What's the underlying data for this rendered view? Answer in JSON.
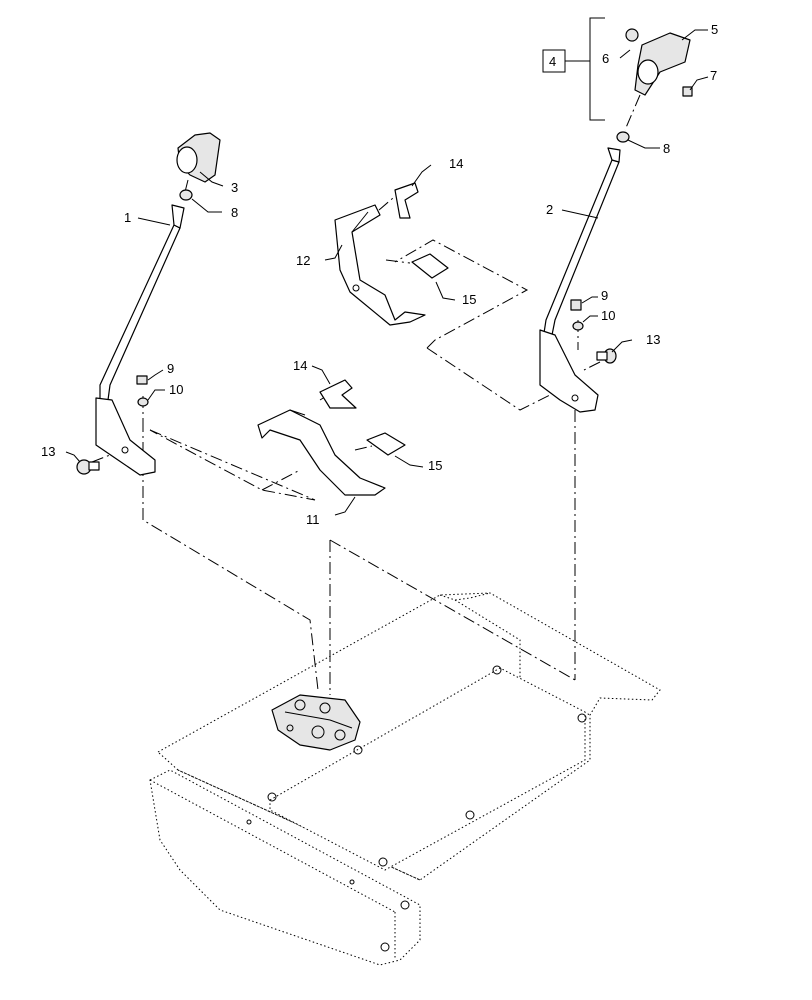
{
  "callouts": {
    "c1": "1",
    "c2": "2",
    "c3": "3",
    "c4": "4",
    "c5": "5",
    "c6": "6",
    "c7": "7",
    "c8a": "8",
    "c8b": "8",
    "c9a": "9",
    "c9b": "9",
    "c10a": "10",
    "c10b": "10",
    "c11": "11",
    "c12": "12",
    "c13a": "13",
    "c13b": "13",
    "c14a": "14",
    "c14b": "14",
    "c15a": "15",
    "c15b": "15"
  }
}
